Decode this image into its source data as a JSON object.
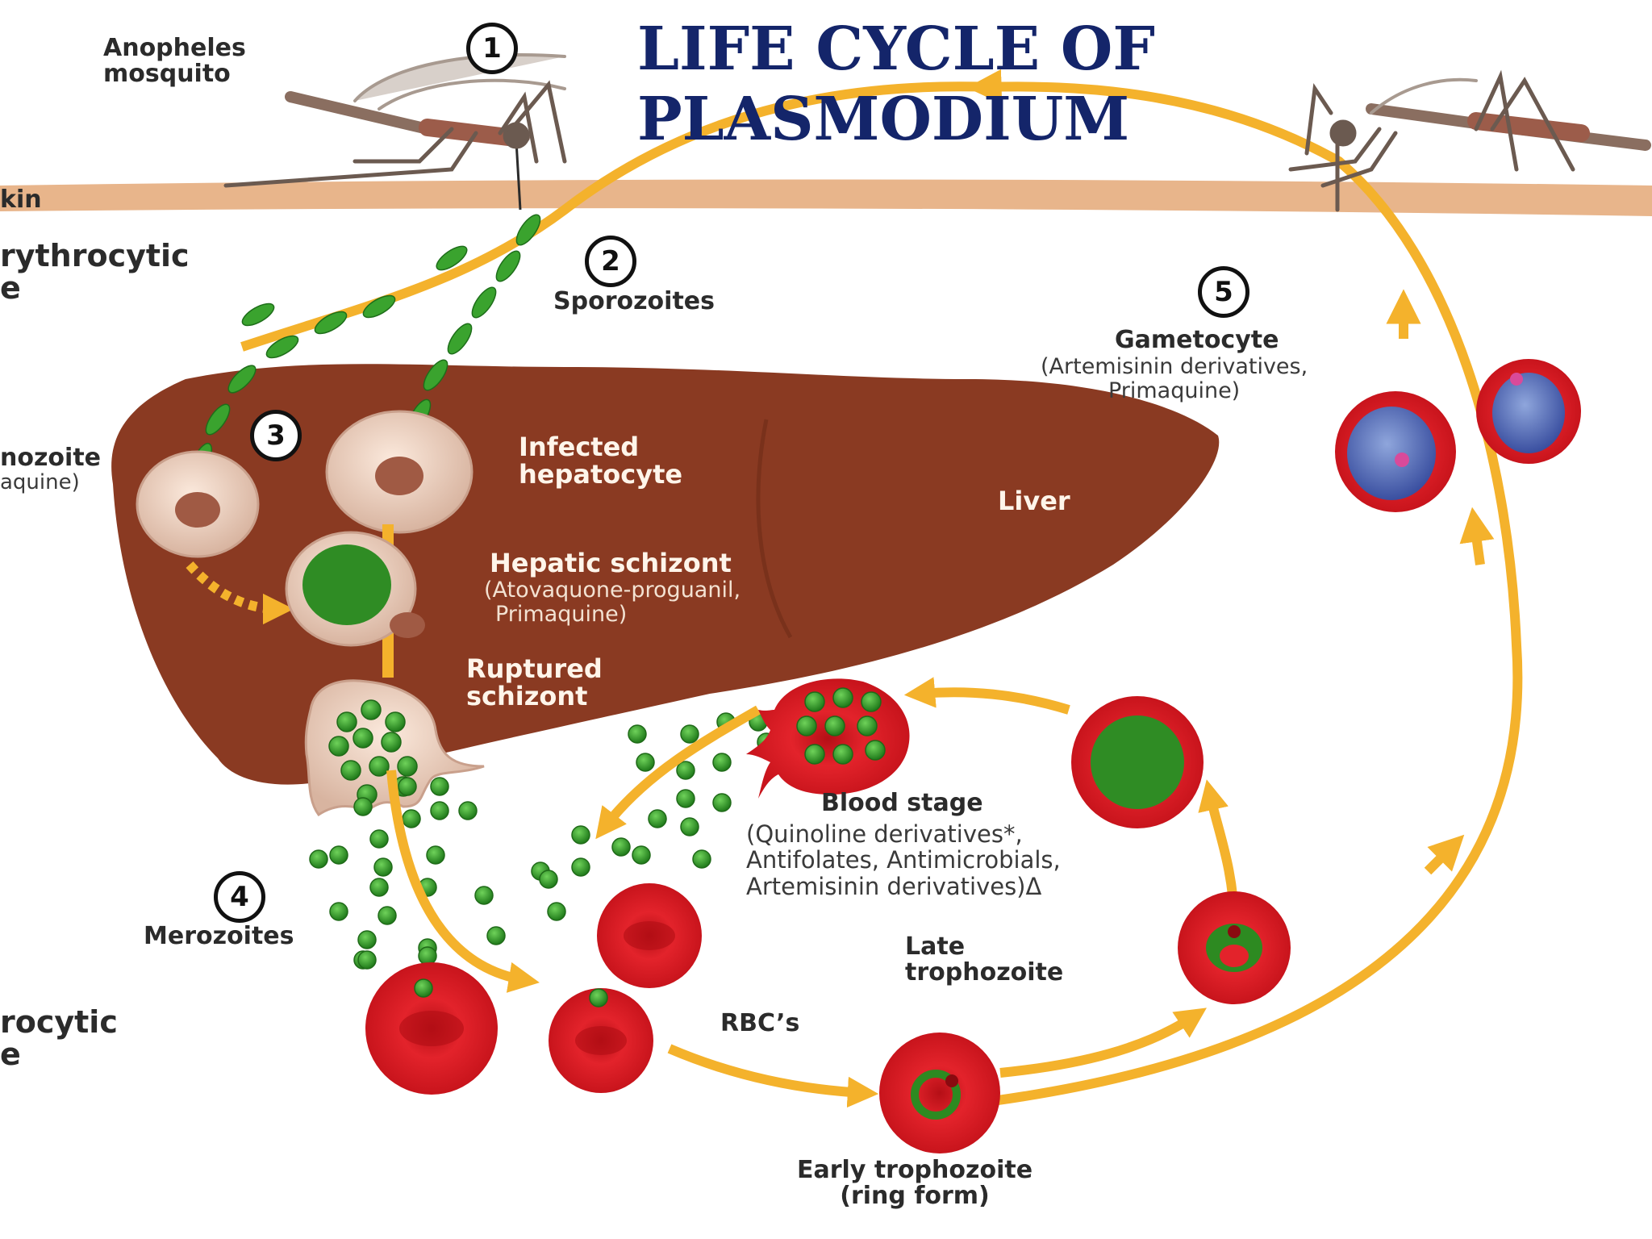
{
  "title": {
    "line1": "LIFE CYCLE OF",
    "line2": "PLASMODIUM"
  },
  "labels": {
    "mosquito": {
      "line1": "Anopheles",
      "line2": "mosquito"
    },
    "skin": "kin",
    "exo_stage": {
      "line1": "rythrocytic",
      "line2": "e"
    },
    "hypnozoite": {
      "line1": "nozoite",
      "line2": "aquine)"
    },
    "sporozoites": "Sporozoites",
    "infected_hepatocyte": {
      "line1": "Infected",
      "line2": "hepatocyte"
    },
    "liver": "Liver",
    "hepatic_schizont": {
      "name": "Hepatic schizont",
      "drug_line1": "(Atovaquone-proguanil,",
      "drug_line2": "Primaquine)"
    },
    "ruptured_schizont": {
      "line1": "Ruptured",
      "line2": "schizont"
    },
    "gametocyte": {
      "name": "Gametocyte",
      "drug_line1": "(Artemisinin derivatives,",
      "drug_line2": "Primaquine)"
    },
    "blood_stage": {
      "name": "Blood stage",
      "drug_line1": "(Quinoline derivatives*,",
      "drug_line2": "Antifolates, Antimicrobials,",
      "drug_line3": "Artemisinin derivatives)Δ"
    },
    "merozoites": "Merozoites",
    "erythrocytic_stage": {
      "line1": "rocytic",
      "line2": "e"
    },
    "late_trophozoite": {
      "line1": "Late",
      "line2": "trophozoite"
    },
    "rbcs": "RBC’s",
    "early_trophozoite": {
      "line1": "Early trophozoite",
      "line2": "(ring form)"
    }
  },
  "steps": [
    "1",
    "2",
    "3",
    "4",
    "5"
  ],
  "colors": {
    "title": "#14256a",
    "liver": "#8a3a22",
    "arrow": "#f4b22c",
    "skin": "#e8b58b",
    "parasite": "#3a9a2c",
    "rbc": "#e0202a"
  }
}
